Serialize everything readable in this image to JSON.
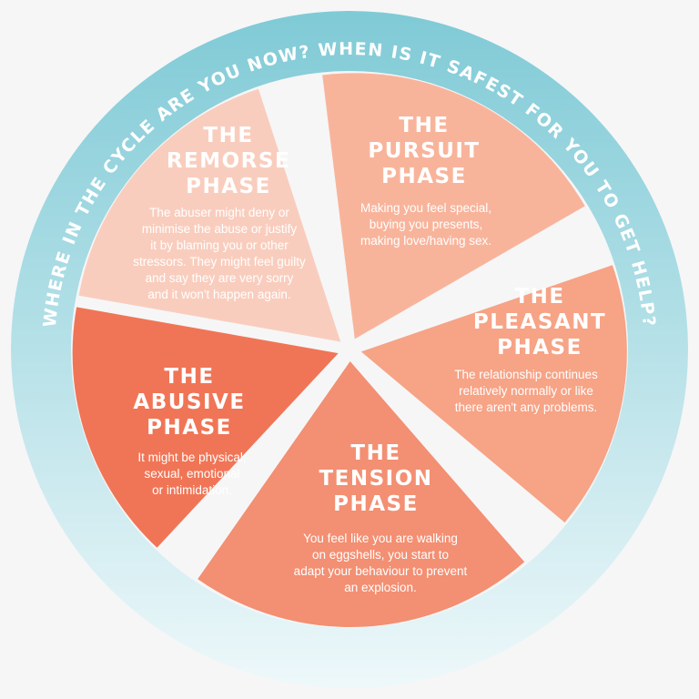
{
  "ring_text": "WHERE IN THE CYCLE ARE YOU NOW? WHEN IS IT SAFEST FOR YOU TO GET HELP?",
  "colors": {
    "background": "#f6f6f7",
    "ring_outer": "#7fcad6",
    "ring_inner": "#eef8fa",
    "remorse": "#f9cdbd",
    "pursuit": "#f8b49b",
    "pleasant": "#f6a386",
    "tension": "#f38f72",
    "abusive": "#f07556"
  },
  "phases": [
    {
      "id": "remorse",
      "title_lines": [
        "THE",
        "REMORSE",
        "PHASE"
      ],
      "desc_lines": [
        "The abuser might deny or",
        "minimise the abuse or justify",
        "it by blaming you or other",
        "stressors. They might feel guilty",
        "and say they are very sorry",
        "and it won't happen again."
      ]
    },
    {
      "id": "pursuit",
      "title_lines": [
        "THE",
        "PURSUIT",
        "PHASE"
      ],
      "desc_lines": [
        "Making you feel special,",
        "buying you presents,",
        "making love/having sex."
      ]
    },
    {
      "id": "pleasant",
      "title_lines": [
        "THE",
        "PLEASANT",
        "PHASE"
      ],
      "desc_lines": [
        "The relationship continues",
        "relatively normally or like",
        "there aren't any problems."
      ]
    },
    {
      "id": "tension",
      "title_lines": [
        "THE",
        "TENSION",
        "PHASE"
      ],
      "desc_lines": [
        "You feel like you are walking",
        "on eggshells, you start to",
        "adapt your behaviour to prevent",
        "an explosion."
      ]
    },
    {
      "id": "abusive",
      "title_lines": [
        "THE",
        "ABUSIVE",
        "PHASE"
      ],
      "desc_lines": [
        "It might be physical,",
        "sexual, emotional",
        "or intimidation."
      ]
    }
  ]
}
